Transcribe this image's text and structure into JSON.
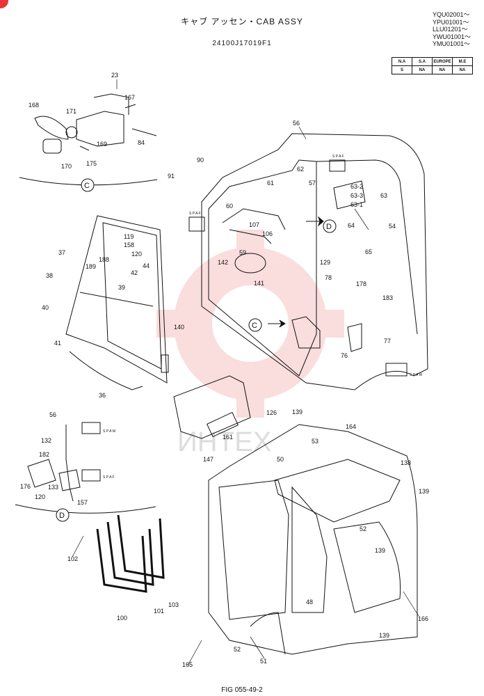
{
  "header": {
    "title": "キャブ アッセン・CAB ASSY",
    "part_number": "24100J17019F1",
    "serials": [
      "YQU02001～",
      "YPU01001～",
      "LLU01201～",
      "YWU01001～",
      "YMU01001～"
    ]
  },
  "applicability": {
    "headers": [
      "N.A",
      "S.A",
      "EUROPE",
      "M.E"
    ],
    "values": [
      "S",
      "NA",
      "NA",
      "NA"
    ]
  },
  "detail_views": {
    "c": "C",
    "d": "D"
  },
  "boxes": {
    "spec": "S P A W",
    "spec2": "S P A F"
  },
  "watermark": "ИНТЕХ",
  "labels": [
    "23",
    "167",
    "168",
    "171",
    "169",
    "84",
    "170",
    "175",
    "90",
    "91",
    "56",
    "62",
    "61",
    "57",
    "60",
    "63-2",
    "63-3",
    "63",
    "63-1",
    "64",
    "54",
    "107",
    "106",
    "59",
    "142",
    "141",
    "65",
    "129",
    "78",
    "178",
    "183",
    "119",
    "158",
    "120",
    "37",
    "188",
    "189",
    "39",
    "42",
    "44",
    "38",
    "40",
    "140",
    "41",
    "36",
    "77",
    "76",
    "126",
    "139",
    "161",
    "56",
    "132",
    "182",
    "176",
    "133",
    "120",
    "157",
    "53",
    "164",
    "50",
    "138",
    "147",
    "139",
    "52",
    "102",
    "48",
    "166",
    "100",
    "101",
    "103",
    "165",
    "52",
    "51",
    "139",
    "139"
  ],
  "footer": {
    "figure": "FIG 055-49-2"
  }
}
